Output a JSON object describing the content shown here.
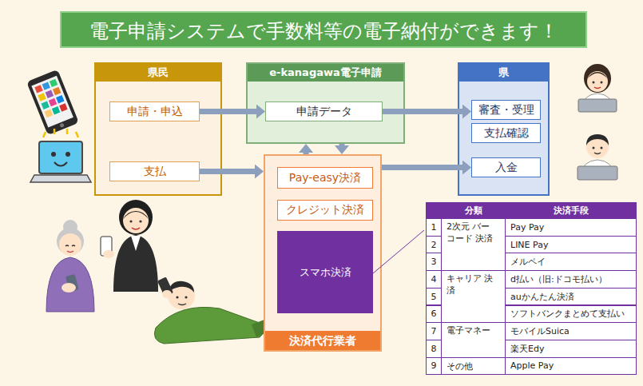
{
  "diagram": {
    "title": "電子申請システムで手数料等の電子納付ができます！",
    "nodes": [
      {
        "text": [
          "県民"
        ]
      },
      {
        "text": [
          "申請・申込"
        ],
        "in": 0
      },
      {
        "text": [
          "支払"
        ],
        "in": 0
      },
      {
        "text": [
          "e-kanagawa電子申請"
        ]
      },
      {
        "text": [
          "申請データ"
        ],
        "in": 3
      },
      {
        "text": [
          "決済代行業者"
        ]
      },
      {
        "text": [
          "Pay-easy決済"
        ],
        "in": 5
      },
      {
        "text": [
          "クレジット決済"
        ],
        "in": 5
      },
      {
        "text": [
          "スマホ決済"
        ],
        "in": 5
      },
      {
        "text": [
          "県"
        ]
      },
      {
        "text": [
          "審査・受理"
        ],
        "in": 9
      },
      {
        "text": [
          "支払確認"
        ],
        "in": 9
      },
      {
        "text": [
          "入金"
        ],
        "in": 9
      }
    ],
    "edges": [
      {
        "from": 1,
        "to": 4,
        "arrow": "to"
      },
      {
        "from": 4,
        "to": 10,
        "arrow": "to"
      },
      {
        "from": 2,
        "to": 5,
        "arrow": "to"
      },
      {
        "from": 5,
        "to": 12,
        "arrow": "to"
      },
      {
        "from": 5,
        "to": 3,
        "arrow": "to"
      },
      {
        "from": 3,
        "to": 5,
        "arrow": "to"
      }
    ],
    "labels": [
      "分類",
      "決済手段",
      "1",
      "2次元 バーコード 決済",
      "Pay Pay",
      "2",
      "LINE Pay",
      "3",
      "メルペイ",
      "4",
      "キャリア 決済",
      "d払い（旧:ドコモ払い）",
      "5",
      "auかんたん決済",
      "6",
      "ソフトバンクまとめて支払い",
      "7",
      "電子マネー",
      "モバイルSuica",
      "8",
      "楽天Edy",
      "9",
      "その他",
      "Apple Pay"
    ]
  }
}
